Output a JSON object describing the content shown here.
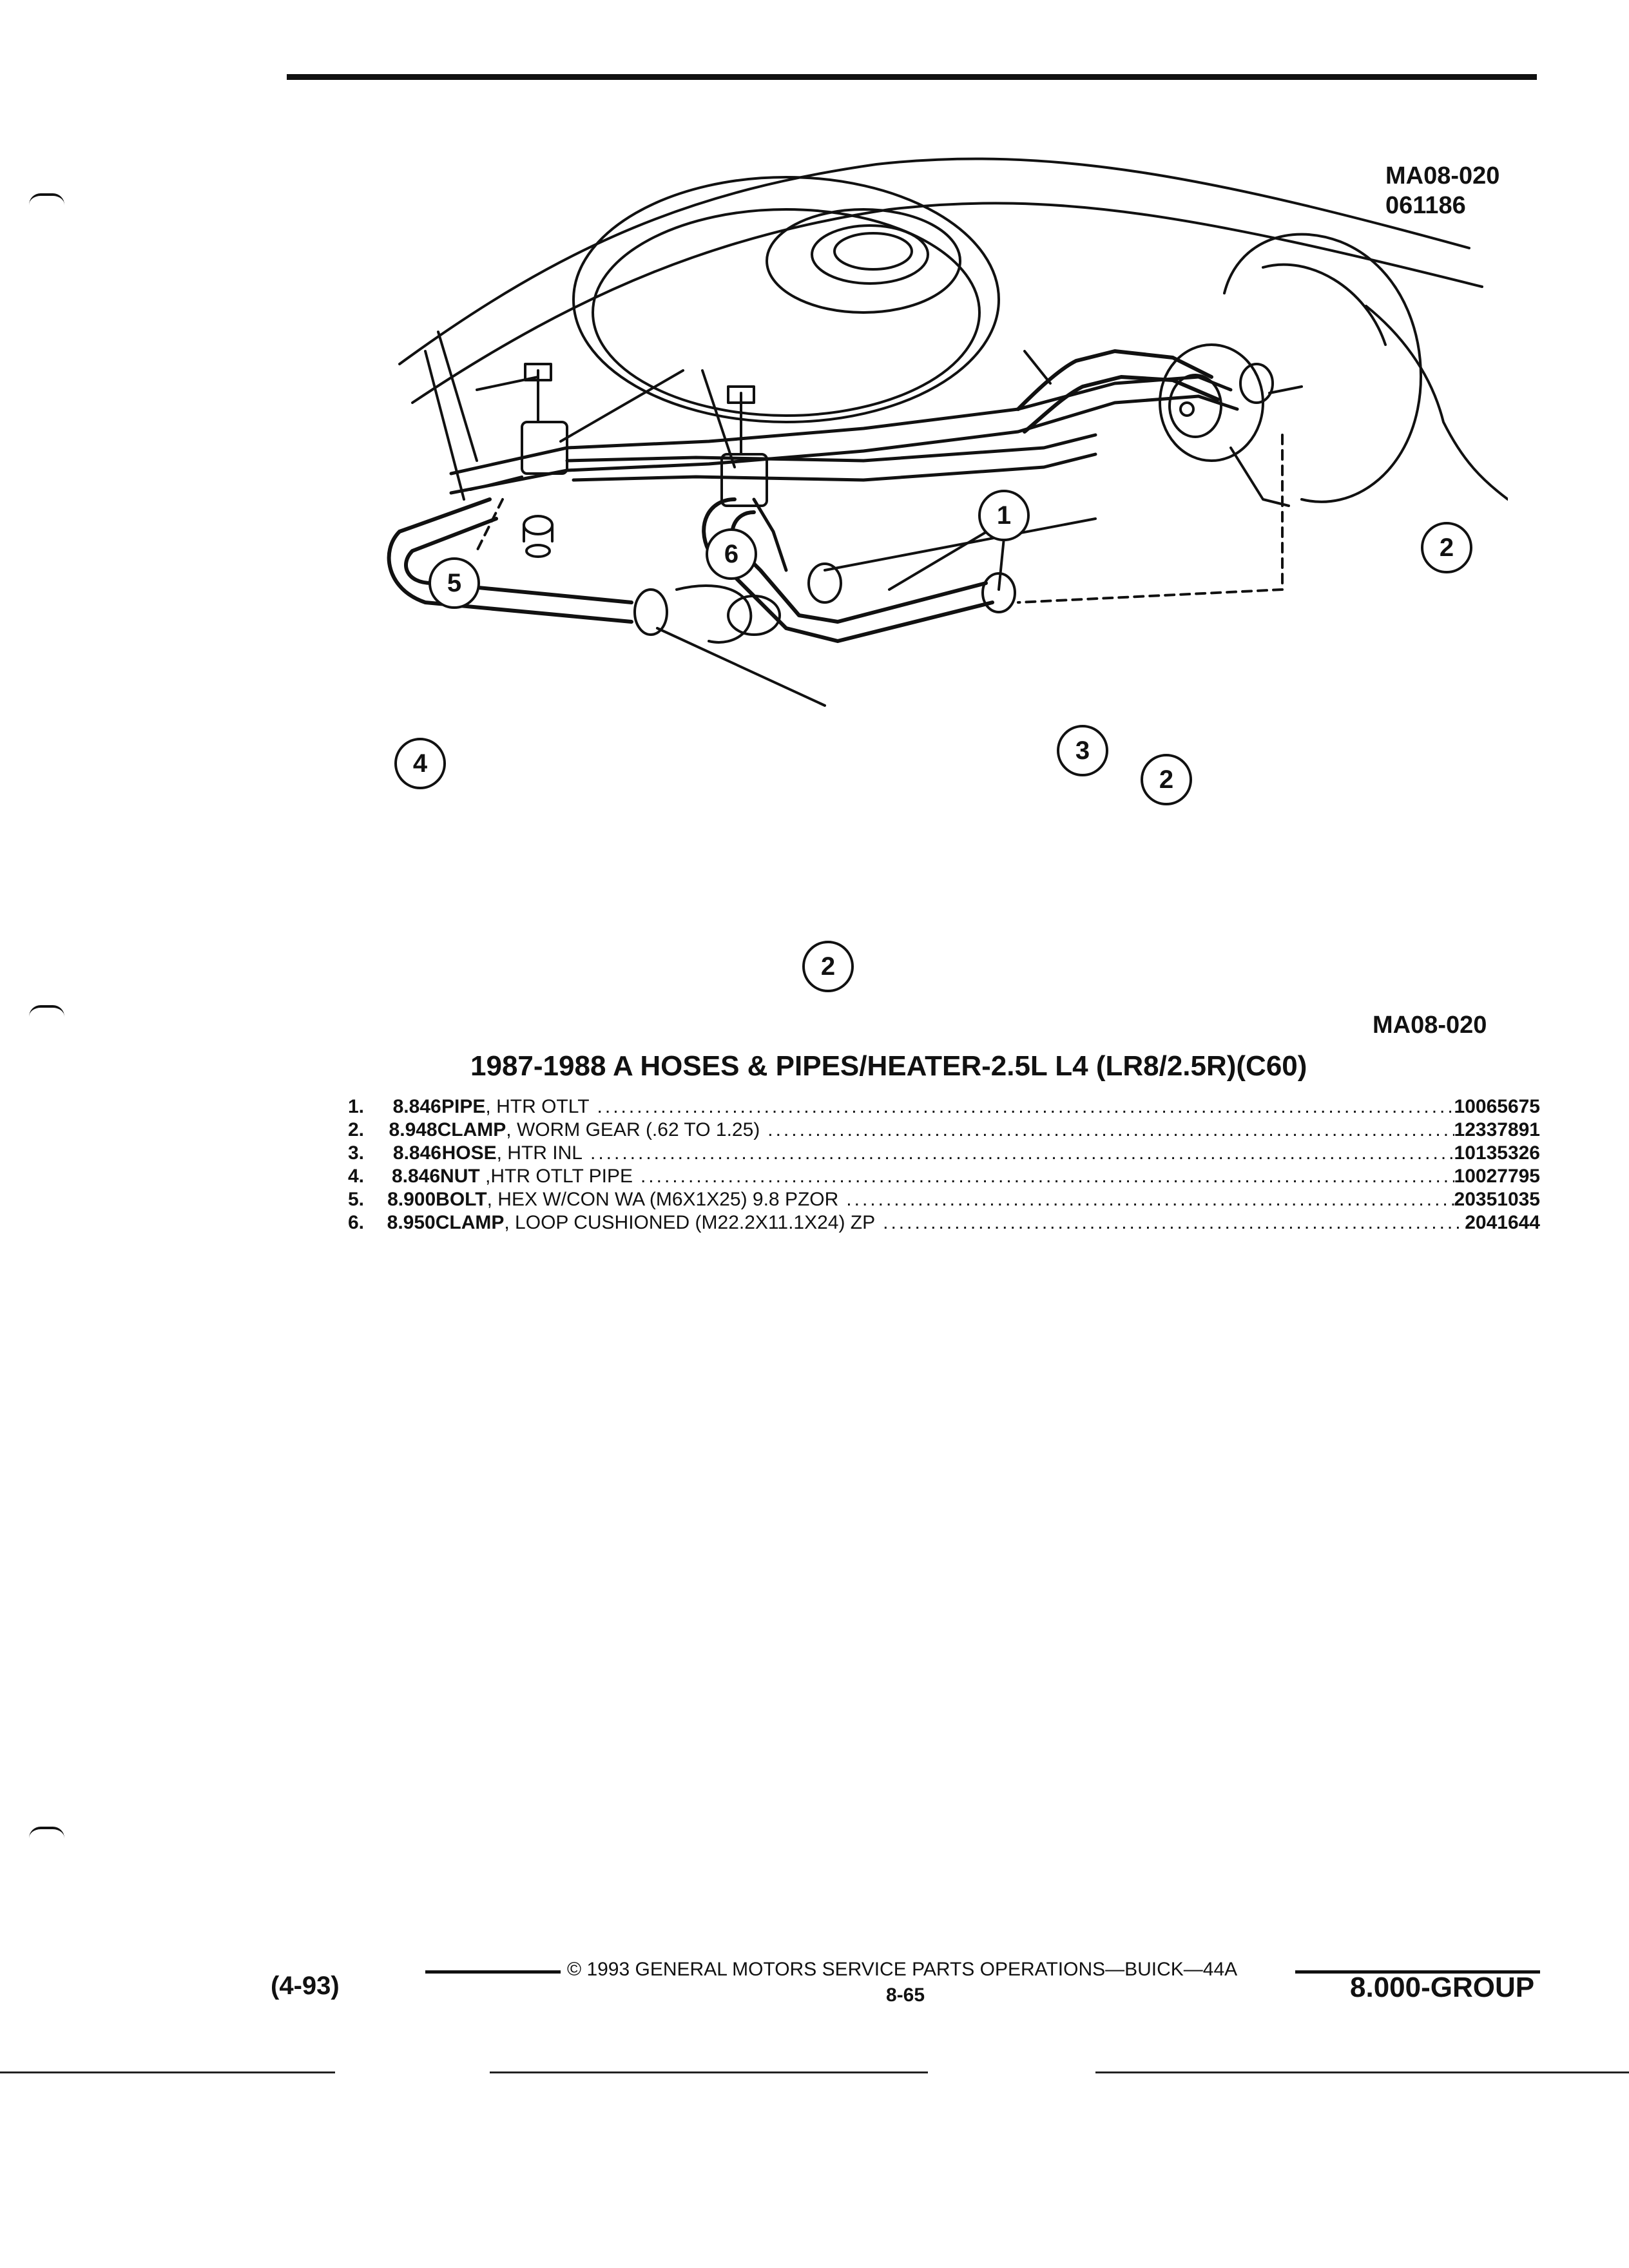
{
  "figure": {
    "id_top": "MA08-020",
    "date_code": "061186",
    "id_bottom": "MA08-020",
    "callouts": [
      "1",
      "2",
      "2",
      "2",
      "3",
      "4",
      "5",
      "6"
    ]
  },
  "parts": {
    "title": "1987-1988 A HOSES & PIPES/HEATER-2.5L L4 (LR8/2.5R)(C60)",
    "items": [
      {
        "num": "1.",
        "group": "8.846",
        "name": "PIPE",
        "desc": ", HTR OTLT",
        "part_no": "10065675"
      },
      {
        "num": "2.",
        "group": "8.948",
        "name": "CLAMP",
        "desc": ", WORM GEAR (.62 TO 1.25)",
        "part_no": "12337891"
      },
      {
        "num": "3.",
        "group": "8.846",
        "name": "HOSE",
        "desc": ", HTR INL",
        "part_no": "10135326"
      },
      {
        "num": "4.",
        "group": "8.846",
        "name": "NUT",
        "desc": " ,HTR OTLT PIPE",
        "part_no": "10027795"
      },
      {
        "num": "5.",
        "group": "8.900",
        "name": "BOLT",
        "desc": ", HEX W/CON WA (M6X1X25) 9.8 PZOR",
        "part_no": "20351035"
      },
      {
        "num": "6.",
        "group": "8.950",
        "name": "CLAMP",
        "desc": ", LOOP CUSHIONED (M22.2X11.1X24) ZP",
        "part_no": "2041644"
      }
    ]
  },
  "footer": {
    "date": "(4-93)",
    "copyright": "© 1993 GENERAL MOTORS SERVICE PARTS OPERATIONS—BUICK—44A",
    "page": "8-65",
    "group": "8.000-GROUP"
  }
}
